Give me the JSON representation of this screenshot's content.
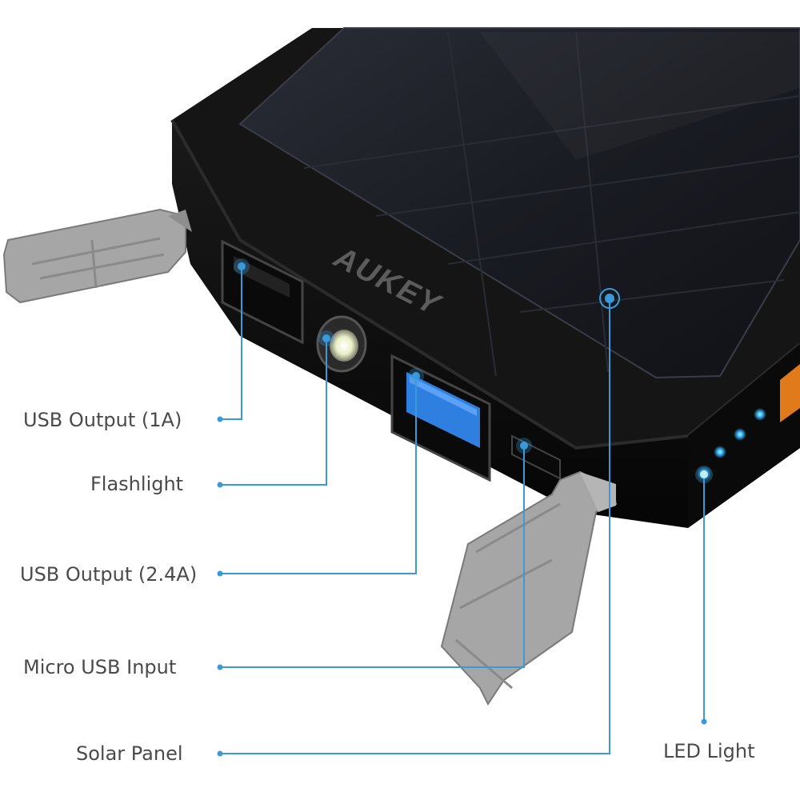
{
  "brand": "AUKEY",
  "colors": {
    "callout": "#3a9ad9",
    "led": "#35b6ff",
    "body": "#0d0d0d",
    "panel": "#1b1d24",
    "cap": "#a6a6a6",
    "usb_blue": "#2f7fe0",
    "accent_orange": "#e07a1a"
  },
  "labels": {
    "usb_output_1a": "USB Output  (1A)",
    "flashlight": "Flashlight",
    "usb_output_2_4a": "USB Output (2.4A)",
    "micro_usb_input": "Micro USB Input",
    "solar_panel": "Solar Panel",
    "led_light": "LED Light"
  }
}
